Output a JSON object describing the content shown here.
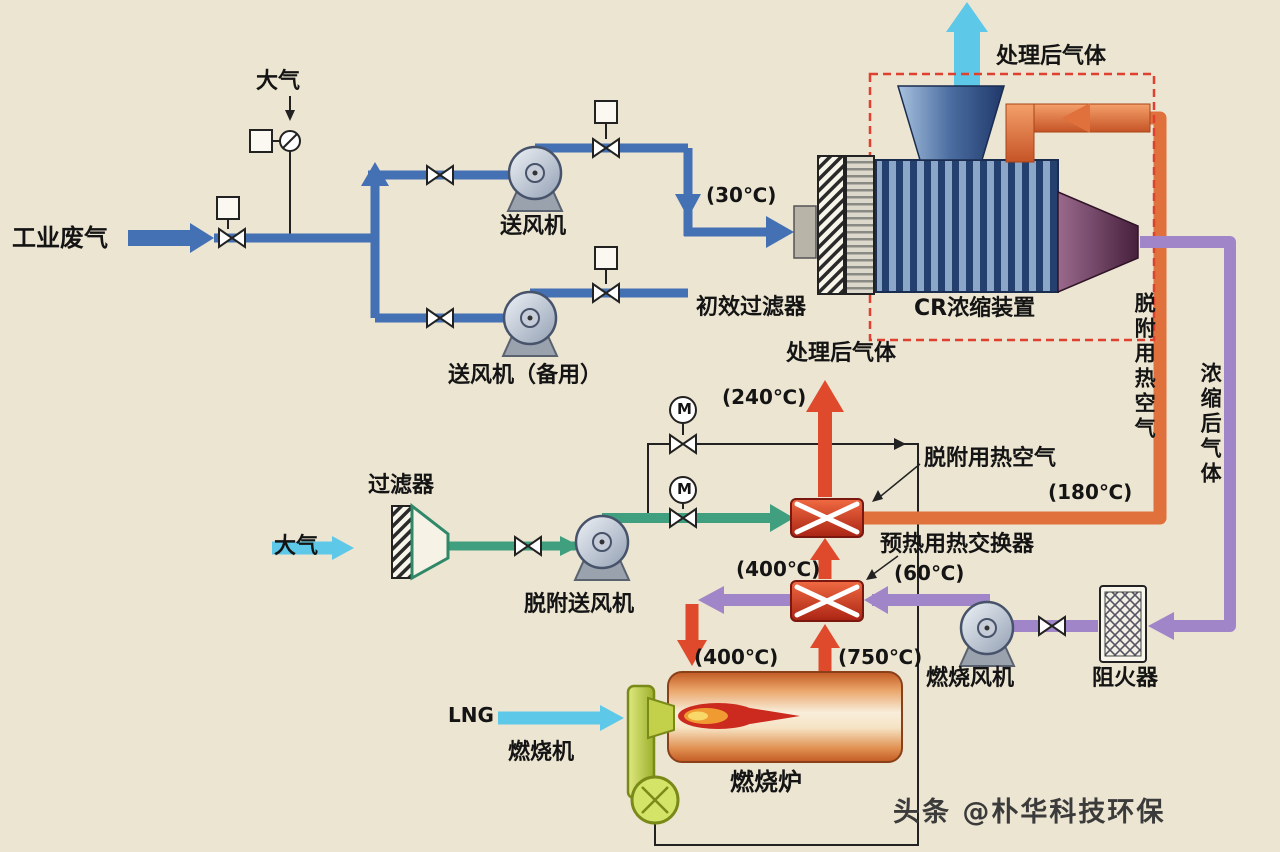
{
  "colors": {
    "background": "#ece5d2",
    "waste_gas_blue": "#4470b4",
    "clean_gas_cyan": "#5ec8e8",
    "desorption_green": "#3f9f7e",
    "hot_air_orange": "#e0703c",
    "flue_gas_red": "#e04a2c",
    "concentrated_gas_purple": "#a086c8",
    "burner_green": "#c2d04a",
    "cr_dashed_border": "#e04030"
  },
  "labels": {
    "atmosphere_top": "大气",
    "atmosphere_mid": "大气",
    "industrial_waste_gas": "工业废气",
    "supply_fan": "送风机",
    "supply_fan_backup": "送风机（备用）",
    "temp_30": "(30℃)",
    "primary_filter": "初效过滤器",
    "cr_unit": "CR浓缩装置",
    "treated_gas_top": "处理后气体",
    "treated_gas_mid": "处理后气体",
    "temp_240": "(240℃)",
    "desorption_hot_air_pointer": "脱附用热空气",
    "desorption_hot_air_vertical": "脱附用热空气",
    "concentrated_gas_vertical": "浓缩后气体",
    "preheat_hx": "预热用热交换器",
    "temp_60": "(60℃)",
    "temp_180": "(180℃)",
    "temp_400_upper": "(400℃)",
    "temp_400_lower": "(400℃)",
    "temp_750": "(750℃)",
    "filter": "过滤器",
    "desorption_fan": "脱附送风机",
    "combustion_fan": "燃烧风机",
    "flame_arrester": "阻火器",
    "lng": "LNG",
    "burner": "燃烧机",
    "furnace": "燃烧炉",
    "motor_m": "M",
    "watermark": "头条 @朴华科技环保"
  }
}
